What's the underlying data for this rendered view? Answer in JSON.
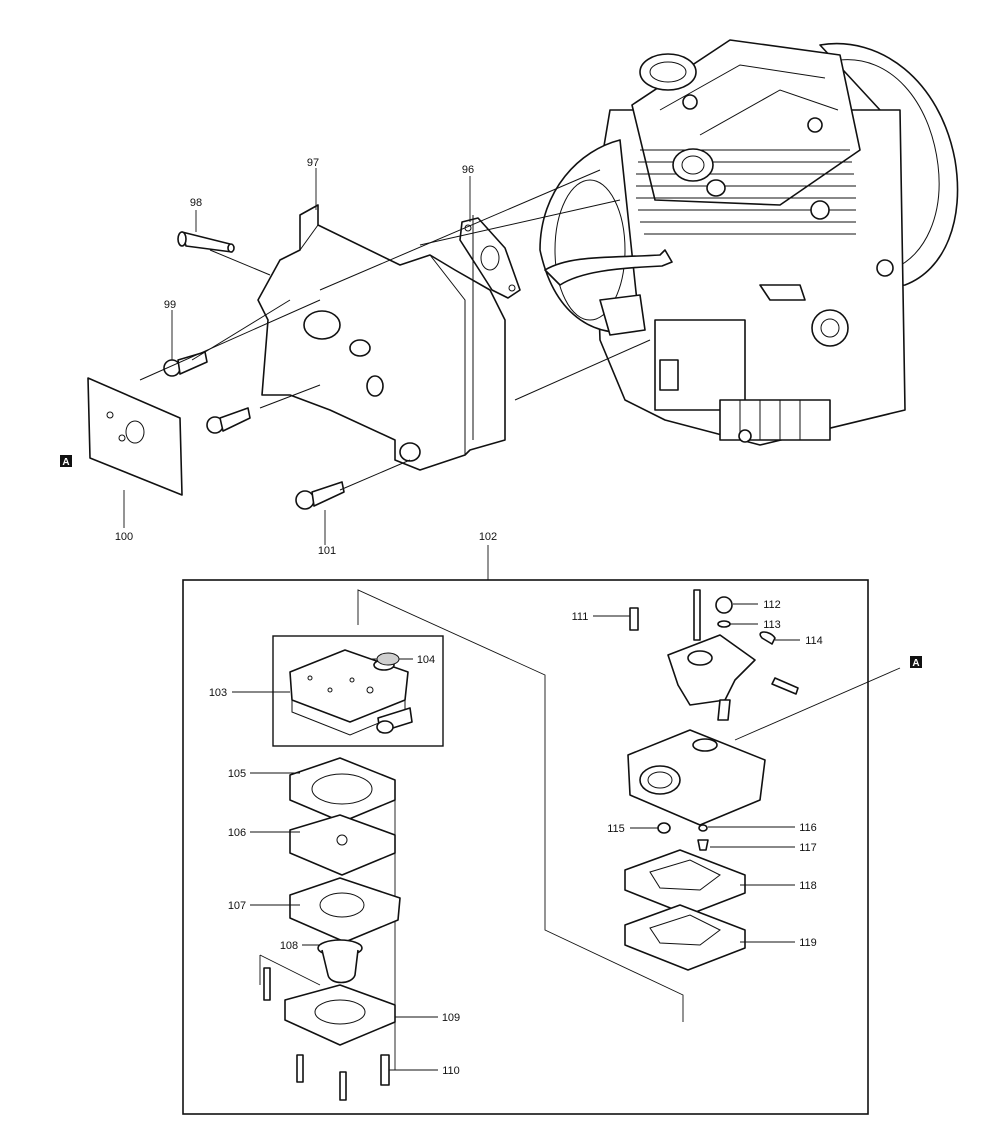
{
  "labels": {
    "p96": "96",
    "p97": "97",
    "p98": "98",
    "p99": "99",
    "p100": "100",
    "p101": "101",
    "p102": "102",
    "p103": "103",
    "p104": "104",
    "p105": "105",
    "p106": "106",
    "p107": "107",
    "p108": "108",
    "p109": "109",
    "p110": "110",
    "p111": "111",
    "p112": "112",
    "p113": "113",
    "p114": "114",
    "p115": "115",
    "p116": "116",
    "p117": "117",
    "p118": "118",
    "p119": "119"
  },
  "markers": {
    "ref_a_left": "A",
    "ref_a_right": "A"
  }
}
